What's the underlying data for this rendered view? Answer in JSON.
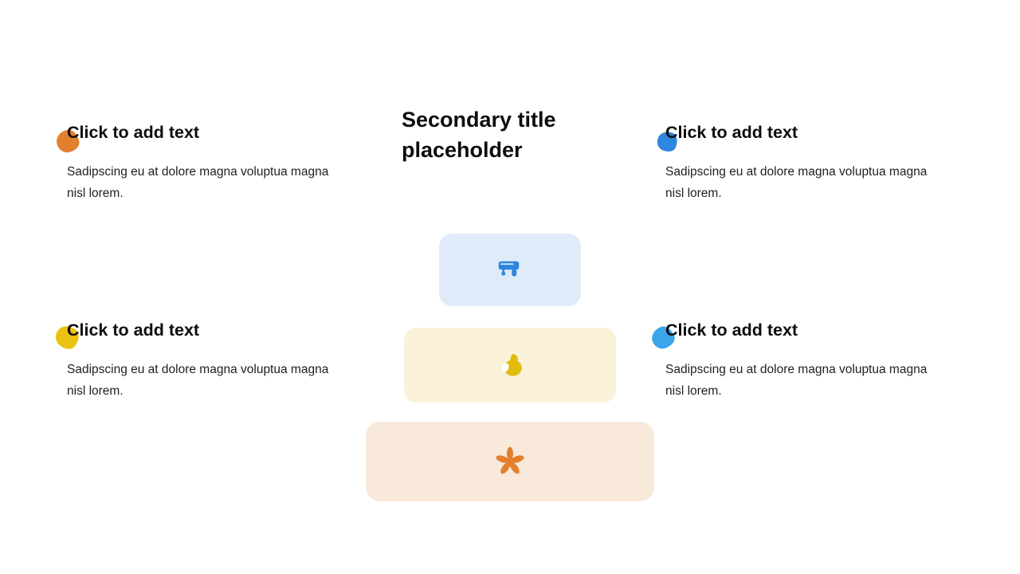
{
  "slide": {
    "title": "Secondary title placeholder",
    "blocks": [
      {
        "id": "top-left",
        "heading": "Click to add text",
        "body": "Sadipscing eu at dolore magna voluptua magna nisl lorem.",
        "accent": "#E2802D"
      },
      {
        "id": "top-right",
        "heading": "Click to add text",
        "body": "Sadipscing eu at dolore magna voluptua magna nisl lorem.",
        "accent": "#2E86DE"
      },
      {
        "id": "bottom-left",
        "heading": "Click to add text",
        "body": "Sadipscing eu at dolore magna voluptua magna nisl lorem.",
        "accent": "#EAC312"
      },
      {
        "id": "bottom-right",
        "heading": "Click to add text",
        "body": "Sadipscing eu at dolore magna voluptua magna nisl lorem.",
        "accent": "#3BA5EC"
      }
    ],
    "boxes": [
      {
        "icon": "paint-roller-icon",
        "bg": "#DFEBF8",
        "color": "#2E86DE"
      },
      {
        "icon": "paint-blob-icon",
        "bg": "#FAF2D8",
        "color": "#E2BC0E"
      },
      {
        "icon": "paint-splat-icon",
        "bg": "#F8E9DB",
        "color": "#E2802D"
      }
    ]
  }
}
